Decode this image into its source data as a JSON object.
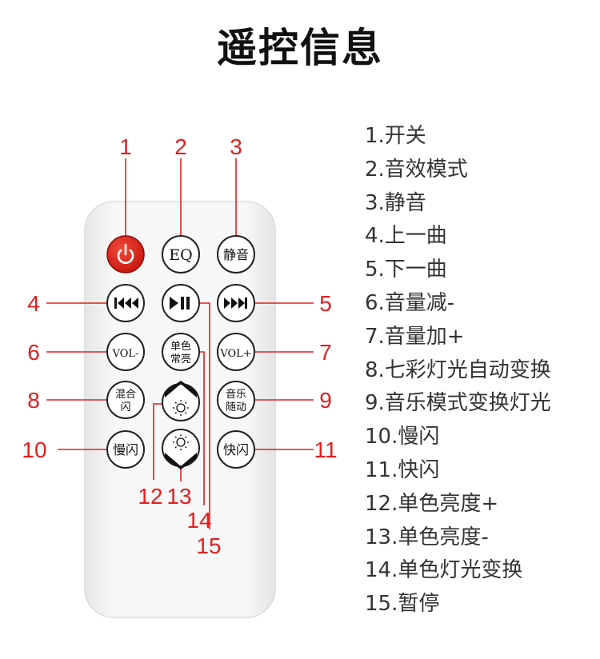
{
  "title": "遥控信息",
  "colors": {
    "accent": "#e02020",
    "power_button": "#d91c1c",
    "remote_body": "#f4f4f4"
  },
  "buttons": {
    "power": {
      "icon": "power-icon",
      "callout": "1"
    },
    "eq": {
      "label": "EQ",
      "callout": "2"
    },
    "mute": {
      "label": "静音",
      "callout": "3"
    },
    "prev": {
      "icon": "previous-track-icon",
      "callout": "4"
    },
    "play_pause": {
      "icon": "play-pause-icon",
      "callout": "15"
    },
    "next": {
      "icon": "next-track-icon",
      "callout": "5"
    },
    "vol_down": {
      "label": "VOL-",
      "callout": "6"
    },
    "single_color": {
      "line1": "单色",
      "line2": "常亮",
      "callout": "14"
    },
    "vol_up": {
      "label": "VOL+",
      "callout": "7"
    },
    "mix_flash": {
      "line1": "混合",
      "line2": "闪",
      "callout": "8"
    },
    "brightness_up": {
      "icon": "brightness-up-icon",
      "callout": "12"
    },
    "music_follow": {
      "line1": "音乐",
      "line2": "随动",
      "callout": "9"
    },
    "slow_flash": {
      "label": "慢闪",
      "callout": "10"
    },
    "brightness_down": {
      "icon": "brightness-down-icon",
      "callout": "13"
    },
    "fast_flash": {
      "label": "快闪",
      "callout": "11"
    }
  },
  "legend": [
    "1.开关",
    "2.音效模式",
    "3.静音",
    "4.上一曲",
    "5.下一曲",
    "6.音量减-",
    "7.音量加+",
    "8.七彩灯光自动变换",
    "9.音乐模式变换灯光",
    "10.慢闪",
    "11.快闪",
    "12.单色亮度+",
    "13.单色亮度-",
    "14.单色灯光变换",
    "15.暂停"
  ]
}
